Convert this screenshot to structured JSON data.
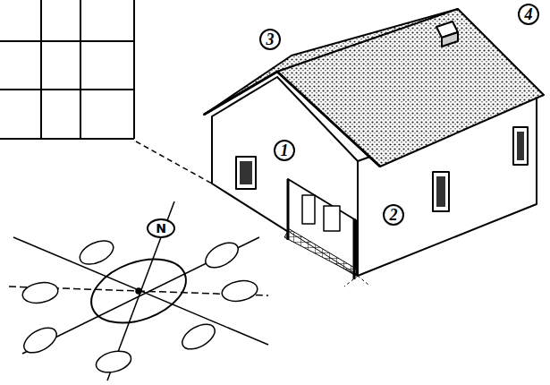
{
  "diagram": {
    "labels": [
      "1",
      "2",
      "3",
      "4",
      "N"
    ]
  }
}
